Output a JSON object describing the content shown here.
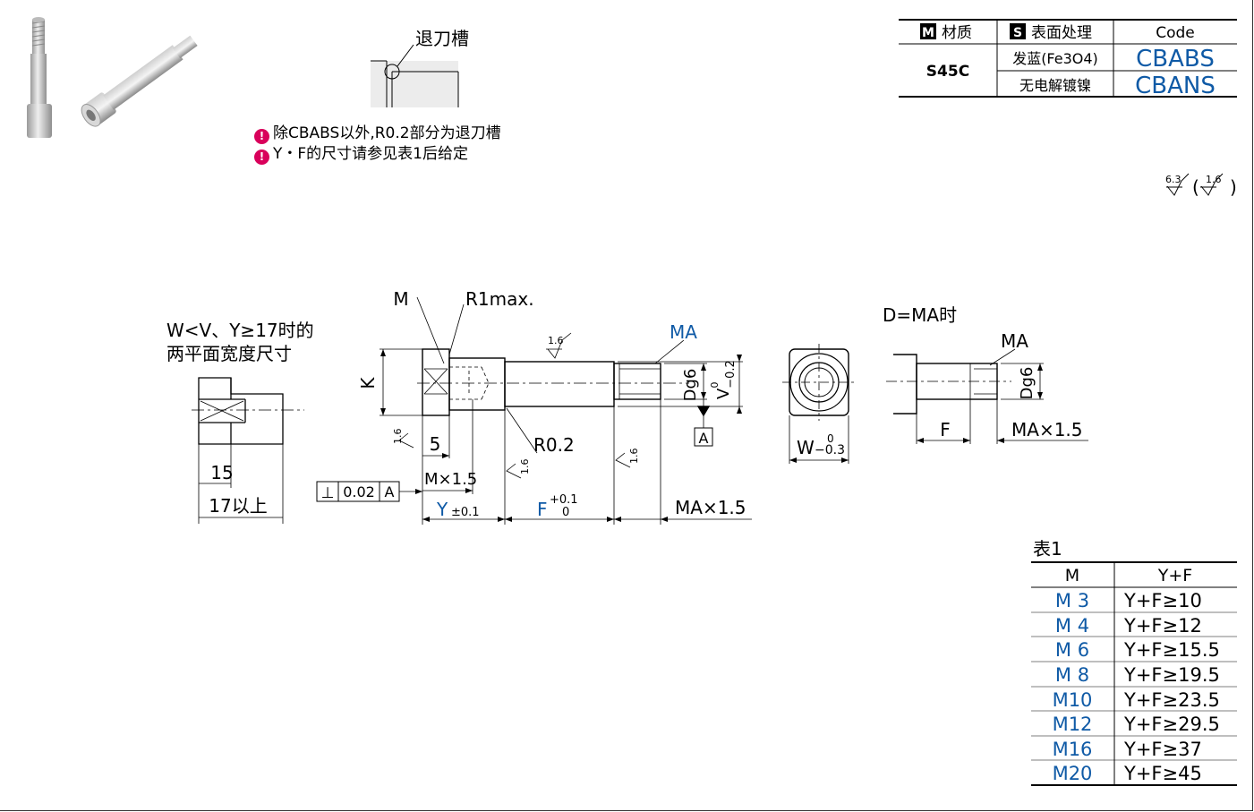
{
  "notes": [
    "除CBABS以外,R0.2部分为退刀槽",
    "Y・F的尺寸请参见表1后给定"
  ],
  "groove_label": "退刀槽",
  "spec_table": {
    "headers": {
      "material_badge": "M",
      "material": "材质",
      "surface_badge": "S",
      "surface": "表面处理",
      "code": "Code"
    },
    "material": "S45C",
    "rows": [
      {
        "surface": "发蓝(Fe3O4)",
        "code": "CBABS"
      },
      {
        "surface": "无电解镀镍",
        "code": "CBANS"
      }
    ]
  },
  "roughness": {
    "main": "6.3",
    "secondary": "1.6"
  },
  "flat_view": {
    "caption": [
      "W<V、Y≥17时的",
      "两平面宽度尺寸"
    ],
    "dim_15": "15",
    "dim_17": "17以上"
  },
  "main_view": {
    "label_M": "M",
    "label_R1": "R1max.",
    "label_K": "K",
    "label_MA": "MA",
    "label_Dg6": "Dg6",
    "label_V": "V",
    "v_tol_upper": "0",
    "v_tol_lower": "−0.2",
    "datum": "A",
    "label_5": "5",
    "label_R02": "R0.2",
    "label_Mx15": "M×1.5",
    "roughness_16": "1.6",
    "perp_symbol": "⊥",
    "perp_value": "0.02",
    "perp_datum": "A",
    "label_Y": "Y",
    "y_tol": "±0.1",
    "label_F": "F",
    "f_tol_upper": "+0.1",
    "f_tol_lower": "0",
    "label_MAx15": "MA×1.5"
  },
  "end_view": {
    "label_W": "W",
    "w_tol_upper": "0",
    "w_tol_lower": "−0.3"
  },
  "alt_view": {
    "caption": "D=MA时",
    "label_MA": "MA",
    "label_Dg6": "Dg6",
    "label_F": "F",
    "label_MAx15": "MA×1.5"
  },
  "table1": {
    "title": "表1",
    "headers": [
      "M",
      "Y+F"
    ],
    "rows": [
      [
        "M 3",
        "Y+F≥10"
      ],
      [
        "M 4",
        "Y+F≥12"
      ],
      [
        "M 6",
        "Y+F≥15.5"
      ],
      [
        "M 8",
        "Y+F≥19.5"
      ],
      [
        "M10",
        "Y+F≥23.5"
      ],
      [
        "M12",
        "Y+F≥29.5"
      ],
      [
        "M16",
        "Y+F≥37"
      ],
      [
        "M20",
        "Y+F≥45"
      ]
    ]
  }
}
